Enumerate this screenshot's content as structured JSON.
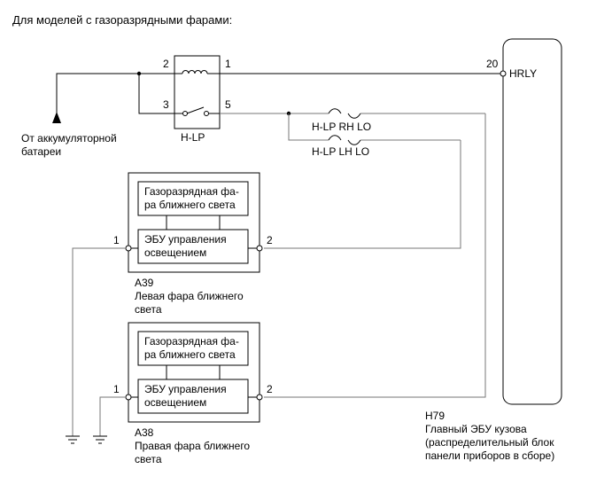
{
  "title": "Для моделей с газоразрядными фарами:",
  "battery_label": [
    "От аккумуляторной",
    "батареи"
  ],
  "relay": {
    "name": "H-LP",
    "pins": {
      "p1": "1",
      "p2": "2",
      "p3": "3",
      "p5": "5"
    }
  },
  "fuses": {
    "rh": "H-LP RH LO",
    "lh": "H-LP LH LO"
  },
  "ecu": {
    "pin": "20",
    "terminal": "HRLY",
    "code": "H79",
    "label": [
      "Главный ЭБУ кузова",
      "(распределительный блок",
      "панели приборов в сборе)"
    ]
  },
  "lamp_left": {
    "code": "A39",
    "label": [
      "Левая фара ближнего",
      "света"
    ],
    "lamp_text": [
      "Газоразрядная фа-",
      "ра ближнего света"
    ],
    "ecu_text": [
      "ЭБУ управления",
      "освещением"
    ],
    "pin1": "1",
    "pin2": "2"
  },
  "lamp_right": {
    "code": "A38",
    "label": [
      "Правая фара ближнего",
      "света"
    ],
    "lamp_text": [
      "Газоразрядная фа-",
      "ра ближнего света"
    ],
    "ecu_text": [
      "ЭБУ управления",
      "освещением"
    ],
    "pin1": "1",
    "pin2": "2"
  }
}
